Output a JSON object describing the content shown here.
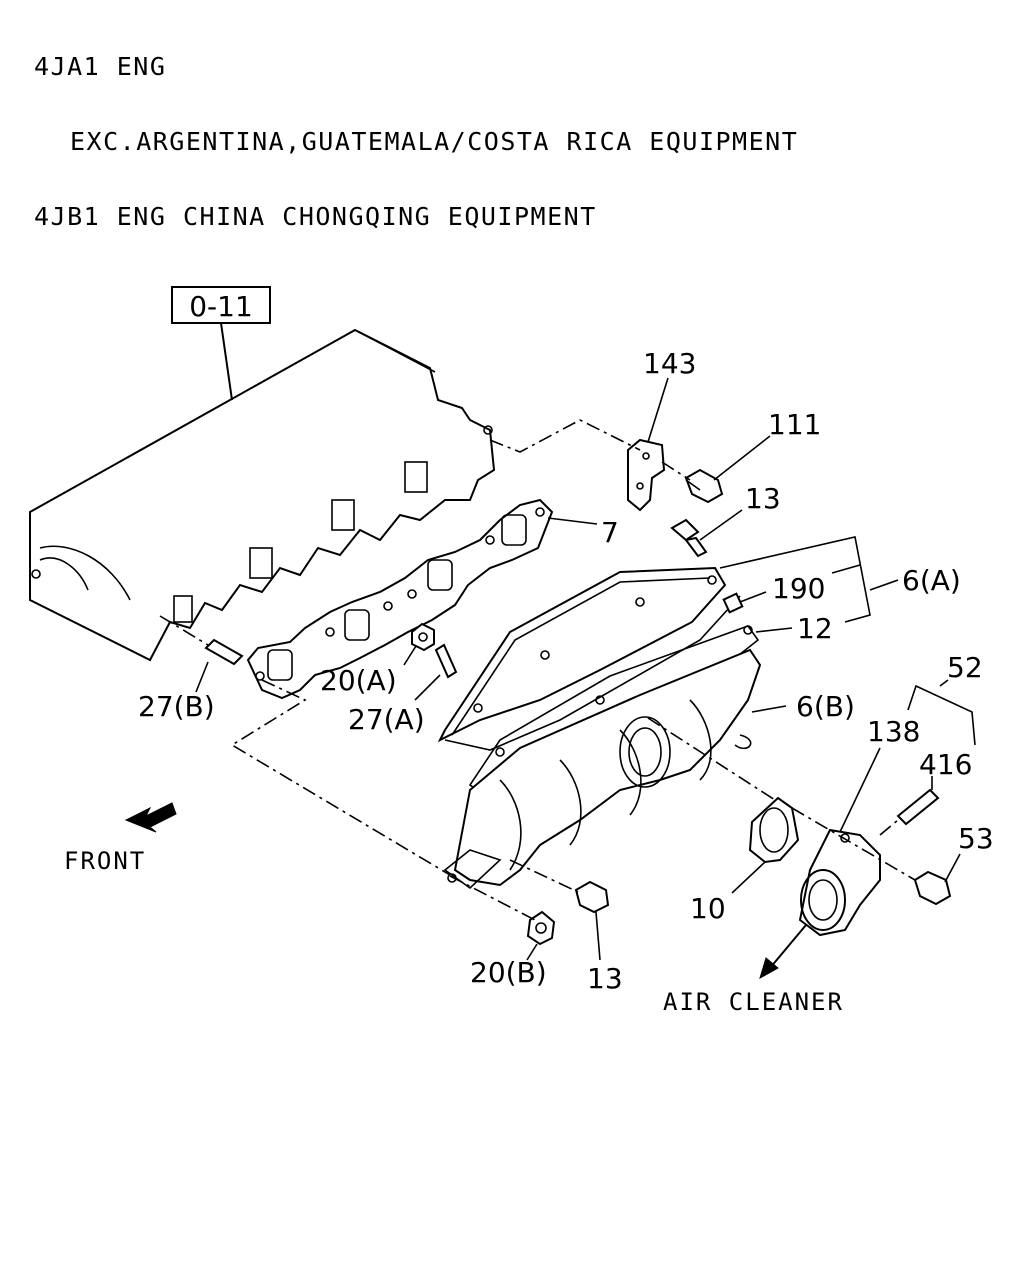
{
  "header": {
    "line1": "4JA1 ENG",
    "line2": "EXC.ARGENTINA,GUATEMALA/COSTA RICA EQUIPMENT",
    "line3": "4JB1 ENG CHINA CHONGQING EQUIPMENT"
  },
  "ref_box": "0-11",
  "callouts": {
    "c143": "143",
    "c111": "111",
    "c13_top": "13",
    "c7": "7",
    "c190": "190",
    "c6a": "6(A)",
    "c12": "12",
    "c6b": "6(B)",
    "c52": "52",
    "c138": "138",
    "c416": "416",
    "c53": "53",
    "c10": "10",
    "c13_bottom": "13",
    "c20b": "20(B)",
    "c20a": "20(A)",
    "c27a": "27(A)",
    "c27b": "27(B)"
  },
  "front_label": "FRONT",
  "air_cleaner_label": "AIR CLEANER"
}
